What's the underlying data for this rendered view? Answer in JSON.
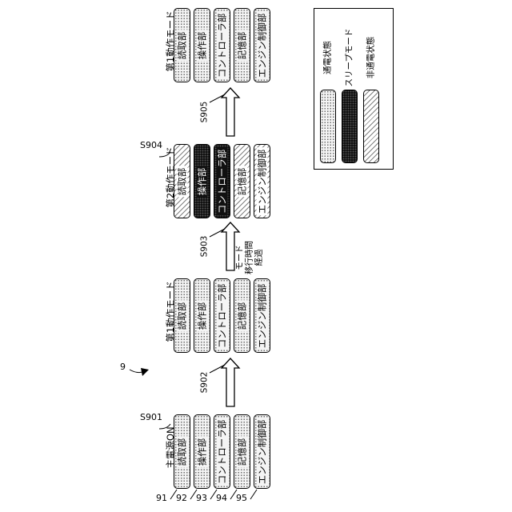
{
  "figure_number": "9",
  "module_refs": [
    "91",
    "92",
    "93",
    "94",
    "95"
  ],
  "stages": [
    {
      "title": "主電源ON",
      "step": "S901",
      "modules": [
        {
          "label": "読取部",
          "state": "energized"
        },
        {
          "label": "操作部",
          "state": "energized"
        },
        {
          "label": "コントローラ部",
          "state": "energized"
        },
        {
          "label": "記憶部",
          "state": "energized"
        },
        {
          "label": "エンジン制御部",
          "state": "energized"
        }
      ]
    },
    {
      "title": "第1動作モード",
      "step": "",
      "modules": [
        {
          "label": "読取部",
          "state": "energized"
        },
        {
          "label": "操作部",
          "state": "energized"
        },
        {
          "label": "コントローラ部",
          "state": "energized"
        },
        {
          "label": "記憶部",
          "state": "energized"
        },
        {
          "label": "エンジン制御部",
          "state": "energized"
        }
      ]
    },
    {
      "title": "第2動作モード",
      "step": "S904",
      "modules": [
        {
          "label": "読取部",
          "state": "non_energized"
        },
        {
          "label": "操作部",
          "state": "sleep"
        },
        {
          "label": "コントローラ部",
          "state": "sleep"
        },
        {
          "label": "記憶部",
          "state": "non_energized"
        },
        {
          "label": "エンジン制御部",
          "state": "non_energized"
        }
      ]
    },
    {
      "title": "第1動作モード",
      "step": "",
      "modules": [
        {
          "label": "読取部",
          "state": "energized"
        },
        {
          "label": "操作部",
          "state": "energized"
        },
        {
          "label": "コントローラ部",
          "state": "energized"
        },
        {
          "label": "記憶部",
          "state": "energized"
        },
        {
          "label": "エンジン制御部",
          "state": "energized"
        }
      ]
    }
  ],
  "transitions": [
    {
      "step": "S902",
      "note": []
    },
    {
      "step": "S903",
      "note": [
        "モード",
        "移行時間",
        "経過"
      ]
    },
    {
      "step": "S905",
      "note": []
    }
  ],
  "legend": [
    {
      "state": "energized",
      "label": "通電状態"
    },
    {
      "state": "sleep",
      "label": "スリープモード"
    },
    {
      "state": "non_energized",
      "label": "非通電状態"
    }
  ]
}
